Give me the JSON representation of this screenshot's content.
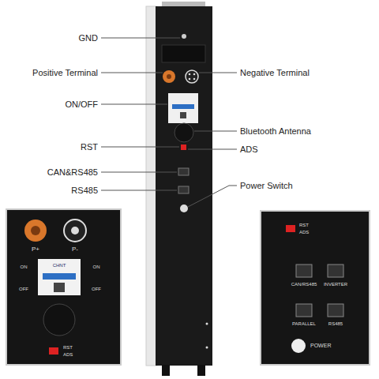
{
  "diagram": {
    "labels": [
      "GND",
      "Positive Terminal",
      "Negative Terminal",
      "ON/OFF",
      "Bluetooth Antenna",
      "RST",
      "ADS",
      "CAN&RS485",
      "RS485",
      "Power Switch",
      "P+",
      "P-",
      "ON",
      "OFF",
      "ON",
      "OFF",
      "CHNT",
      "RST",
      "ADS",
      "RST",
      "ADS",
      "CAN/RS485",
      "INVERTER",
      "PARALLEL",
      "RS485",
      "POWER"
    ]
  }
}
